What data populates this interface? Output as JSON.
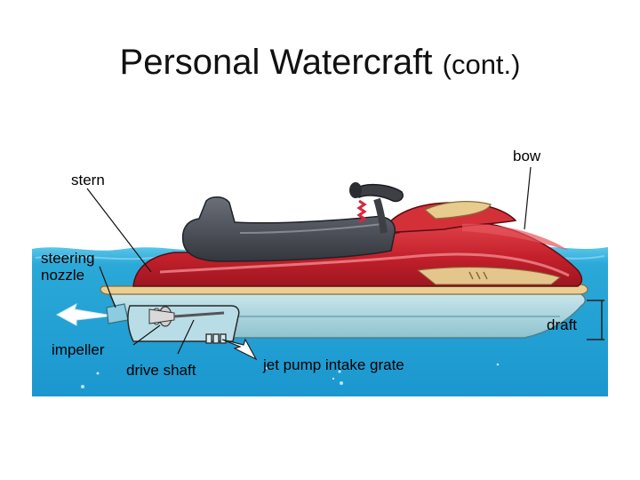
{
  "slide": {
    "title_main": "Personal Watercraft",
    "title_sub": "(cont.)"
  },
  "labels": {
    "bow": "bow",
    "stern": "stern",
    "steering_nozzle": "steering\nnozzle",
    "draft": "draft",
    "impeller": "impeller",
    "drive_shaft": "drive shaft",
    "jet_pump_intake_grate": "jet pump intake grate"
  },
  "colors": {
    "water": "#2aa9d8",
    "hull_red": "#c8202a",
    "hull_underside": "#a9d3dc",
    "seat": "#4a4d55",
    "trim": "#e8c88a"
  }
}
